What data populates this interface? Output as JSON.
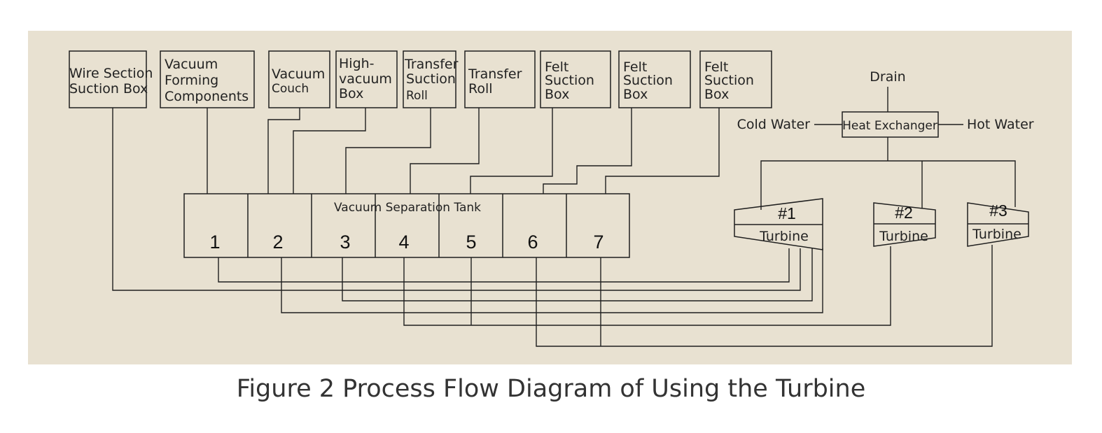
{
  "suction_units": [
    {
      "lines": [
        "Wire Section",
        "Suction Box"
      ]
    },
    {
      "lines": [
        "Vacuum",
        "Forming",
        "Components"
      ]
    },
    {
      "lines": [
        "Vacuum",
        "Couch"
      ]
    },
    {
      "lines": [
        "High-",
        "vacuum",
        "Box"
      ]
    },
    {
      "lines": [
        "Transfer",
        "Suction",
        "Roll"
      ]
    },
    {
      "lines": [
        "Transfer",
        "Roll"
      ]
    },
    {
      "lines": [
        "Felt",
        "Suction",
        "Box"
      ]
    },
    {
      "lines": [
        "Felt",
        "Suction",
        "Box"
      ]
    },
    {
      "lines": [
        "Felt",
        "Suction",
        "Box"
      ]
    }
  ],
  "tank": {
    "label": "Vacuum Separation Tank",
    "compartments": [
      "1",
      "2",
      "3",
      "4",
      "5",
      "6",
      "7"
    ]
  },
  "heat_exchanger": {
    "label": "Heat Exchanger",
    "drain": "Drain",
    "cold_water": "Cold Water",
    "hot_water": "Hot Water"
  },
  "turbines": [
    {
      "number": "#1",
      "label": "Turbine"
    },
    {
      "number": "#2",
      "label": "Turbine"
    },
    {
      "number": "#3",
      "label": "Turbine"
    }
  ],
  "caption": "Figure 2 Process Flow Diagram of Using the Turbine"
}
